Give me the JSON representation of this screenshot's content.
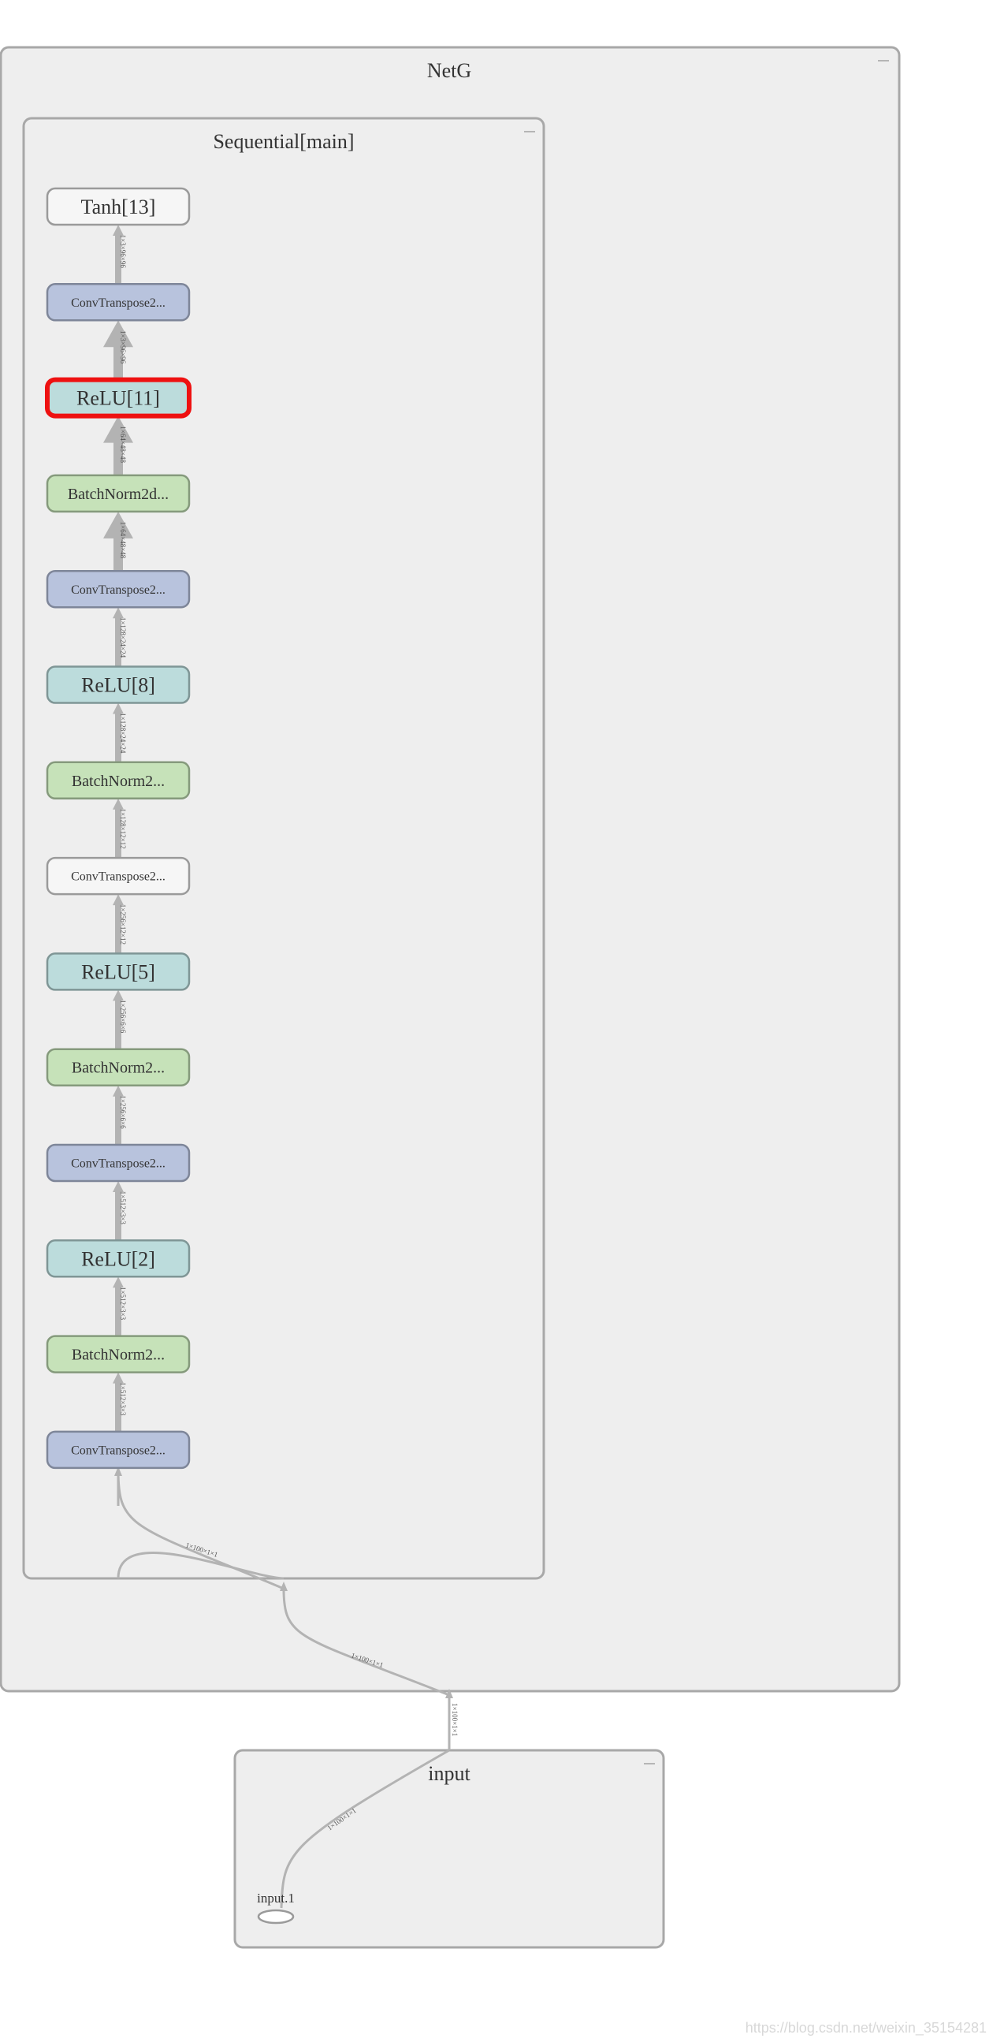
{
  "groups": {
    "netg": {
      "title": "NetG"
    },
    "main": {
      "title": "Sequential[main]"
    },
    "input": {
      "title": "input"
    }
  },
  "nodes": [
    {
      "label": "Tanh[13]",
      "kind": "plain",
      "selected": false
    },
    {
      "label": "ConvTranspose2...",
      "kind": "conv",
      "selected": false
    },
    {
      "label": "ReLU[11]",
      "kind": "relu",
      "selected": true
    },
    {
      "label": "BatchNorm2d...",
      "kind": "bn",
      "selected": false
    },
    {
      "label": "ConvTranspose2...",
      "kind": "conv",
      "selected": false
    },
    {
      "label": "ReLU[8]",
      "kind": "relu",
      "selected": false
    },
    {
      "label": "BatchNorm2...",
      "kind": "bn",
      "selected": false
    },
    {
      "label": "ConvTranspose2...",
      "kind": "plain",
      "selected": false
    },
    {
      "label": "ReLU[5]",
      "kind": "relu",
      "selected": false
    },
    {
      "label": "BatchNorm2...",
      "kind": "bn",
      "selected": false
    },
    {
      "label": "ConvTranspose2...",
      "kind": "conv",
      "selected": false
    },
    {
      "label": "ReLU[2]",
      "kind": "relu",
      "selected": false
    },
    {
      "label": "BatchNorm2...",
      "kind": "bn",
      "selected": false
    },
    {
      "label": "ConvTranspose2...",
      "kind": "conv",
      "selected": false
    }
  ],
  "edge_labels": [
    "1×3×96×96",
    "1×3×96×96",
    "1×64×48×48",
    "1×64×48×48",
    "1×128×24×24",
    "1×128×24×24",
    "1×128×12×12",
    "1×256×12×12",
    "1×256×6×6",
    "1×256×6×6",
    "1×512×3×3",
    "1×512×3×3",
    "1×512×3×3"
  ],
  "input_edges": {
    "main_in": "1×100×1×1",
    "netg_in": "1×100×1×1",
    "input_out": "1×100×1×1",
    "port": "1×100×1×1"
  },
  "input_node": {
    "label": "input.1"
  },
  "watermark": "https://blog.csdn.net/weixin_35154281",
  "colors": {
    "conv_fill": "#b8c3dd",
    "conv_stroke": "#7e8699",
    "bn_fill": "#c6e2b9",
    "bn_stroke": "#859a7c",
    "relu_fill": "#bcdcdc",
    "relu_stroke": "#7f9696",
    "plain_fill": "#f6f6f6",
    "plain_stroke": "#9a9a9a",
    "selected_stroke": "#ee1111",
    "edge": "#b3b3b3"
  }
}
